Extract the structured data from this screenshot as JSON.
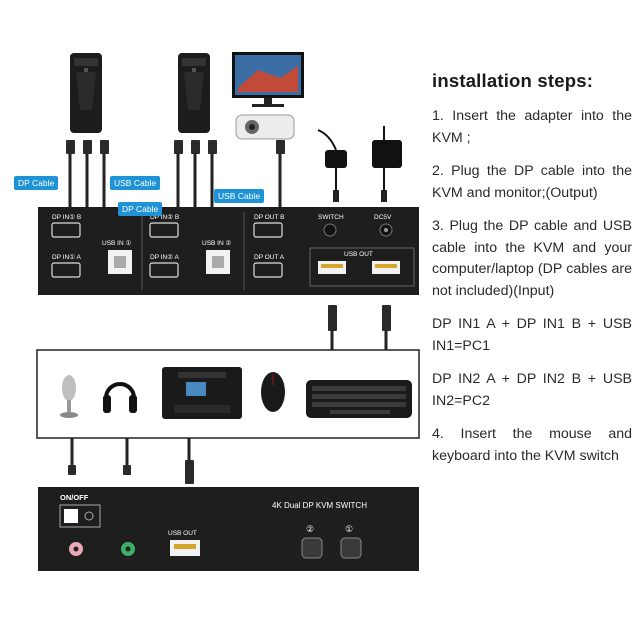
{
  "instructions": {
    "heading": "installation steps:",
    "step1": "1. Insert the adapter into the KVM ;",
    "step2": "2. Plug the DP cable into the KVM and monitor;(Output)",
    "step3": "3. Plug the DP cable and USB cable into the KVM and your computer/laptop (DP cables are not included)(Input)",
    "pc1": "DP IN1 A + DP IN1 B + USB IN1=PC1",
    "pc2": "DP IN2 A + DP IN2 B + USB IN2=PC2",
    "step4": "4. Insert the mouse and keyboard into the KVM switch"
  },
  "labels": {
    "dp_cable_1": "DP Cable",
    "usb_cable_1": "USB Cable",
    "dp_cable_2": "DP Cable",
    "usb_cable_2": "USB Cable"
  },
  "rear_panel": {
    "dp_in1_b": "DP IN① B",
    "dp_in1_a": "DP IN① A",
    "usb_in1": "USB IN ①",
    "dp_in2_b": "DP IN② B",
    "dp_in2_a": "DP IN② A",
    "usb_in2": "USB IN ②",
    "dp_out_b": "DP OUT B",
    "dp_out_a": "DP OUT A",
    "switch": "SWITCH",
    "dc5v": "DC5V",
    "usb_out": "USB OUT"
  },
  "front_panel": {
    "on_off": "ON/OFF",
    "title": "4K Dual DP KVM SWITCH",
    "usb_out": "USB OUT",
    "btn2": "②",
    "btn1": "①"
  },
  "colors": {
    "device": "#1e1e1e",
    "badge": "#1f93d6",
    "mic_port": "#e6a9b5",
    "audio_port": "#3fae6a"
  },
  "icons": [
    "pc-tower-icon",
    "monitor-icon",
    "projector-icon",
    "adapter-icon",
    "microphone-icon",
    "headphones-icon",
    "printer-icon",
    "mouse-icon",
    "keyboard-icon"
  ]
}
